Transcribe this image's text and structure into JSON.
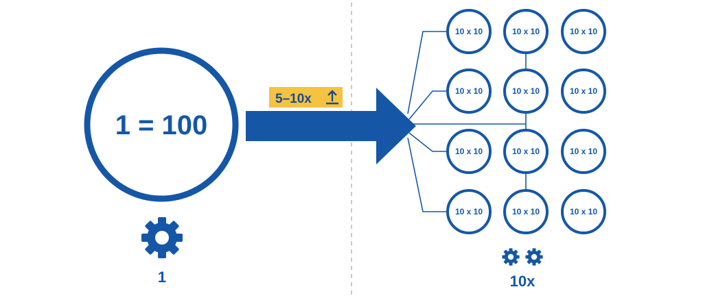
{
  "colors": {
    "brand_blue": "#1557a6",
    "badge_yellow": "#f5c242",
    "divider_gray": "#c9c9c9"
  },
  "left": {
    "big_circle_label": "1 = 100",
    "caption": "1",
    "icon": "gear-icon"
  },
  "arrow": {
    "badge_text": "5–10x",
    "badge_icon": "upload-arrow-icon"
  },
  "right": {
    "grid_rows": 4,
    "grid_cols": 3,
    "cell_label": "10 x 10",
    "caption": "10x",
    "icon": "gear-pair-icon"
  }
}
